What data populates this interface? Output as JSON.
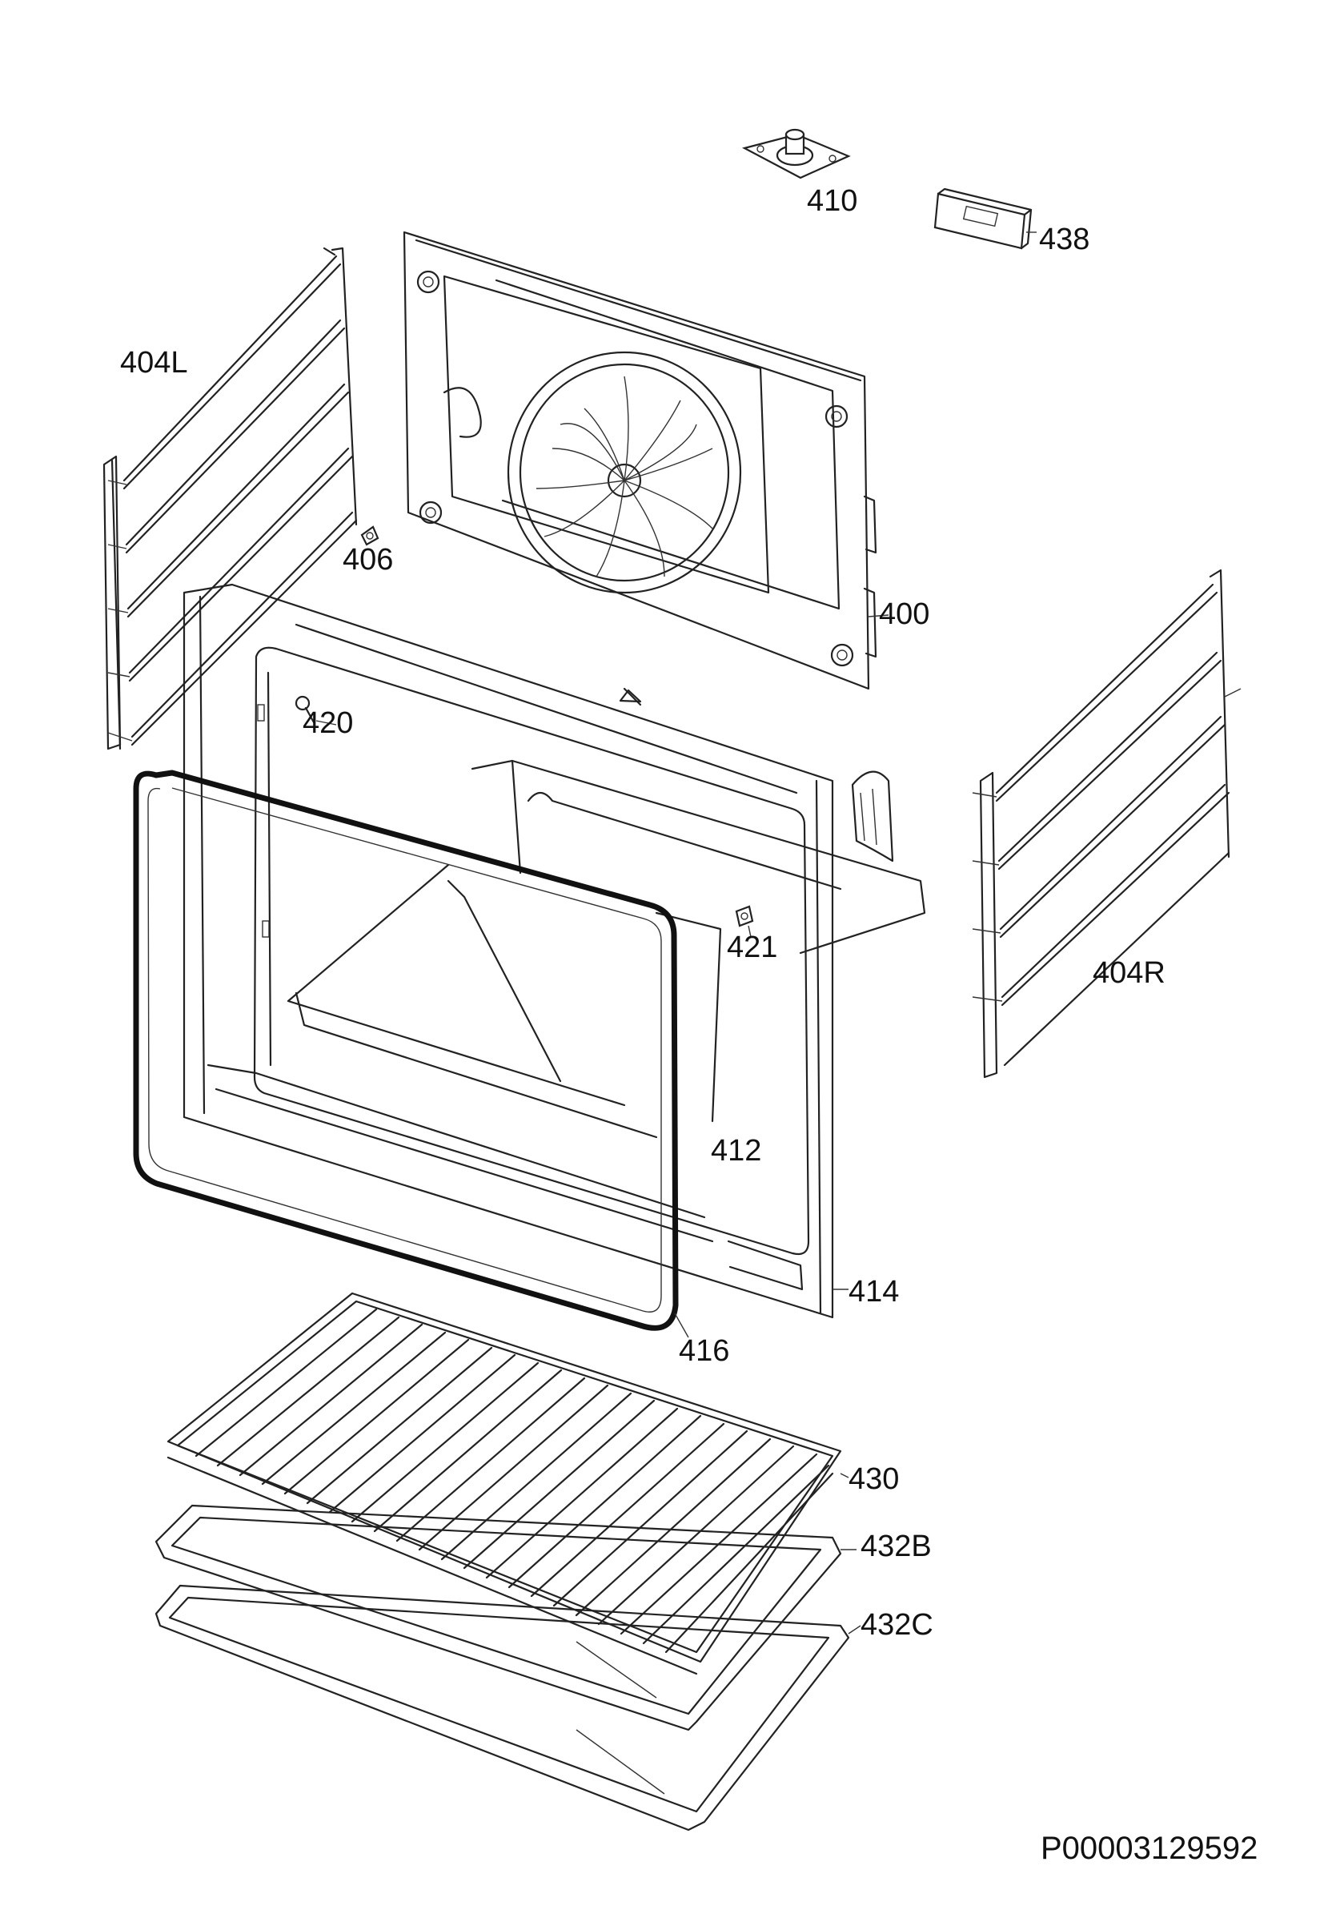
{
  "labels": {
    "p410": "410",
    "p438": "438",
    "p404L": "404L",
    "p406": "406",
    "p400": "400",
    "p420": "420",
    "p421": "421",
    "p404R": "404R",
    "p412": "412",
    "p414": "414",
    "p416": "416",
    "p430": "430",
    "p432B": "432B",
    "p432C": "432C"
  },
  "drawing_code": "P00003129592"
}
